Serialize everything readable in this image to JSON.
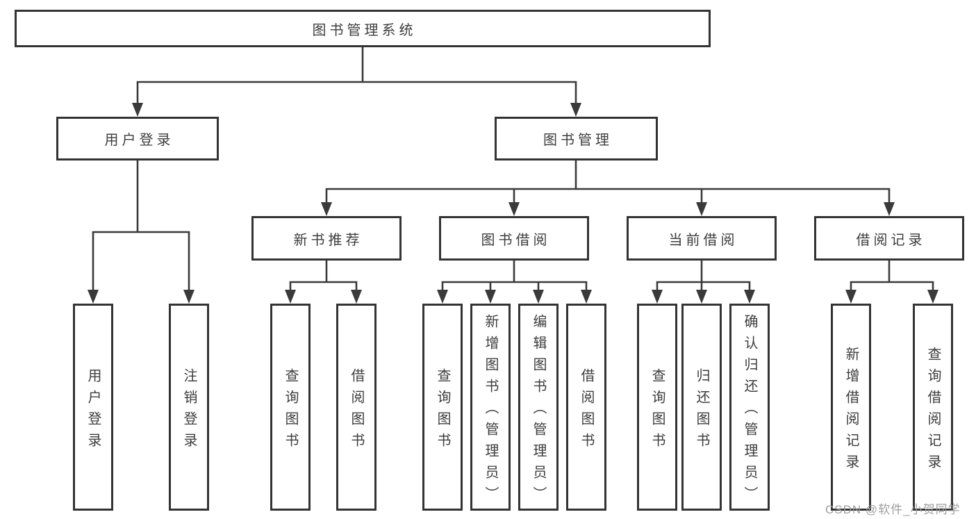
{
  "diagram": {
    "root": {
      "label": "图书管理系统"
    },
    "level2": [
      {
        "label": "用户登录"
      },
      {
        "label": "图书管理"
      }
    ],
    "level3": [
      {
        "label": "新书推荐",
        "parent": "图书管理"
      },
      {
        "label": "图书借阅",
        "parent": "图书管理"
      },
      {
        "label": "当前借阅",
        "parent": "图书管理"
      },
      {
        "label": "借阅记录",
        "parent": "图书管理"
      }
    ],
    "leaves": [
      {
        "label": "用户登录",
        "parent": "用户登录"
      },
      {
        "label": "注销登录",
        "parent": "用户登录"
      },
      {
        "label": "查询图书",
        "parent": "新书推荐"
      },
      {
        "label": "借阅图书",
        "parent": "新书推荐"
      },
      {
        "label": "查询图书",
        "parent": "图书借阅"
      },
      {
        "label": "新增图书（管理员）",
        "parent": "图书借阅"
      },
      {
        "label": "编辑图书（管理员）",
        "parent": "图书借阅"
      },
      {
        "label": "借阅图书",
        "parent": "图书借阅"
      },
      {
        "label": "查询图书",
        "parent": "当前借阅"
      },
      {
        "label": "归还图书",
        "parent": "当前借阅"
      },
      {
        "label": "确认归还（管理员）",
        "parent": "当前借阅"
      },
      {
        "label": "新增借阅记录",
        "parent": "借阅记录"
      },
      {
        "label": "查询借阅记录",
        "parent": "借阅记录"
      }
    ],
    "watermark": "CSDN @软件_小贺同学",
    "colors": {
      "line": "#3a3a3a",
      "border": "#333333",
      "text": "#3d3d3d",
      "watermark": "#9e9e9e",
      "background": "#ffffff"
    }
  }
}
